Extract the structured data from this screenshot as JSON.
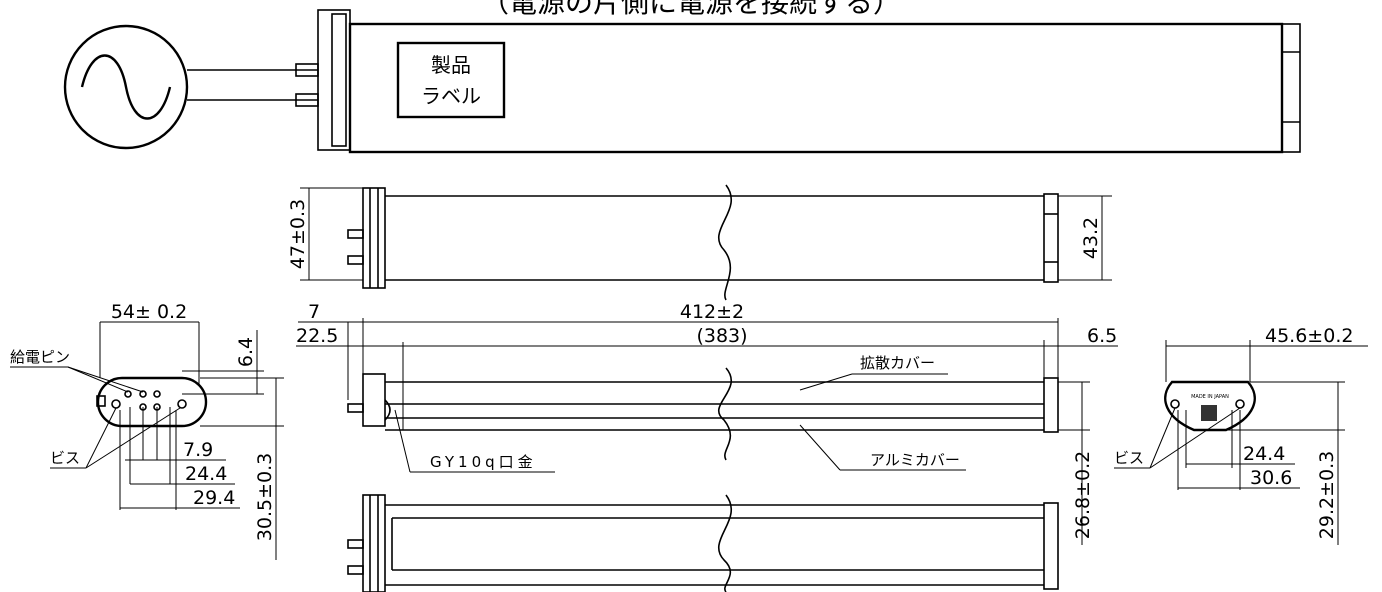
{
  "header_caption": "（電源の片側に電源を接続する）",
  "product_label": {
    "line1": "製品",
    "line2": "ラベル"
  },
  "dimensions": {
    "side_height": "47±0.3",
    "side_end_height": "43.2",
    "left_width": "54± 0.2",
    "left_offset": "6.4",
    "left_height": "30.5±0.3",
    "left_pitch_1": "7.9",
    "left_pitch_2": "24.4",
    "left_pitch_3": "29.4",
    "pin_offset": "7",
    "cap_length": "22.5",
    "overall_length": "412±2",
    "body_length": "(383)",
    "end_cap": "6.5",
    "cover_height": "26.8±0.2",
    "right_width": "45.6±0.2",
    "right_pitch_1": "24.4",
    "right_pitch_2": "30.6",
    "right_height": "29.2±0.3"
  },
  "labels": {
    "power_pin": "給電ピン",
    "screw_left": "ビス",
    "screw_right": "ビス",
    "base": "GY10q口金",
    "diffuser_cover": "拡散カバー",
    "aluminum_cover": "アルミカバー"
  },
  "stamp_text": "MADE IN JAPAN"
}
